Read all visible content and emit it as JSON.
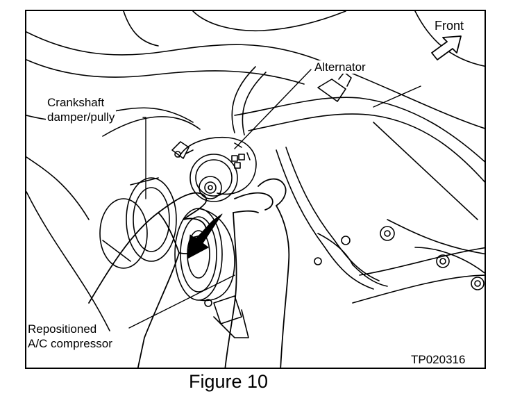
{
  "labels": {
    "front": "Front",
    "alternator": "Alternator",
    "crankshaft_line1": "Crankshaft",
    "crankshaft_line2": "damper/pully",
    "ac_line1": "Repositioned",
    "ac_line2": "A/C compressor",
    "figure_code": "TP020316"
  },
  "caption": "Figure 10",
  "icons": {
    "front_arrow": "front-arrow-icon",
    "direction_arrow": "downward-arrow-icon"
  },
  "colors": {
    "line": "#000000",
    "background": "#ffffff"
  }
}
